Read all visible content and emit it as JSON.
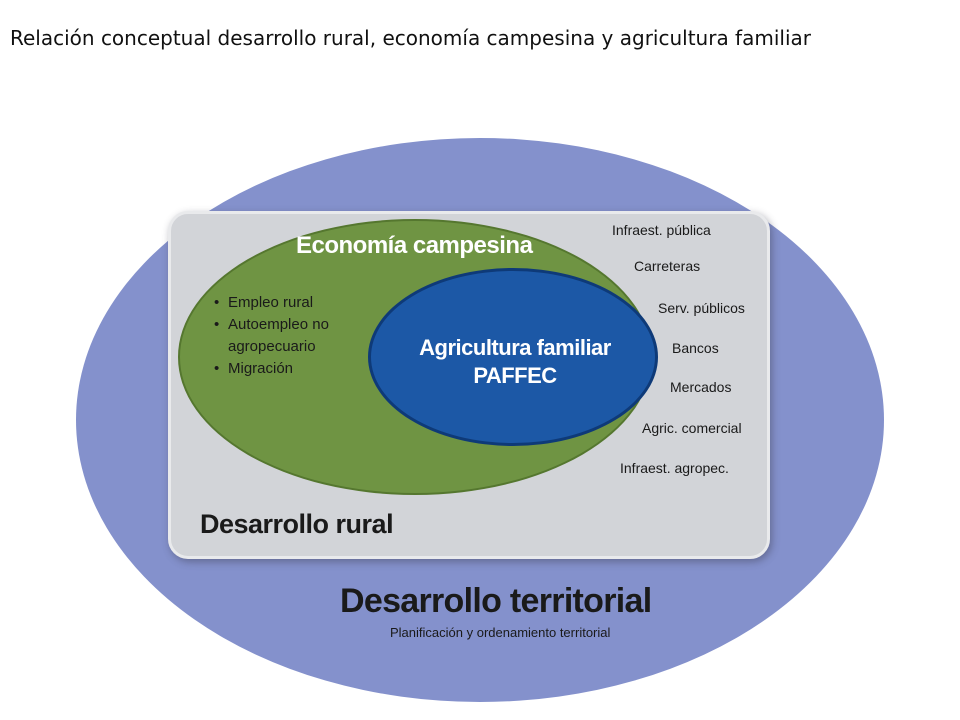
{
  "title": "Relación conceptual desarrollo rural, economía campesina y agricultura familiar",
  "diagram": {
    "territorial": {
      "label": "Desarrollo territorial",
      "sublabel": "Planificación y ordenamiento territorial"
    },
    "rural": {
      "label": "Desarrollo rural"
    },
    "campesina": {
      "label": "Economía campesina",
      "items": [
        "Empleo rural",
        "Autoempleo no",
        "agropecuario",
        "Migración"
      ]
    },
    "familiar": {
      "line1": "Agricultura familiar",
      "line2": "PAFFEC"
    },
    "right_items": [
      "Infraest. pública",
      "Carreteras",
      "Serv. públicos",
      "Bancos",
      "Mercados",
      "Agric. comercial",
      "Infraest. agropec."
    ],
    "colors": {
      "territorial": "#8491cc",
      "rural": "#d2d4d8",
      "campesina": "#6f9443",
      "familiar": "#1c58a6"
    }
  }
}
